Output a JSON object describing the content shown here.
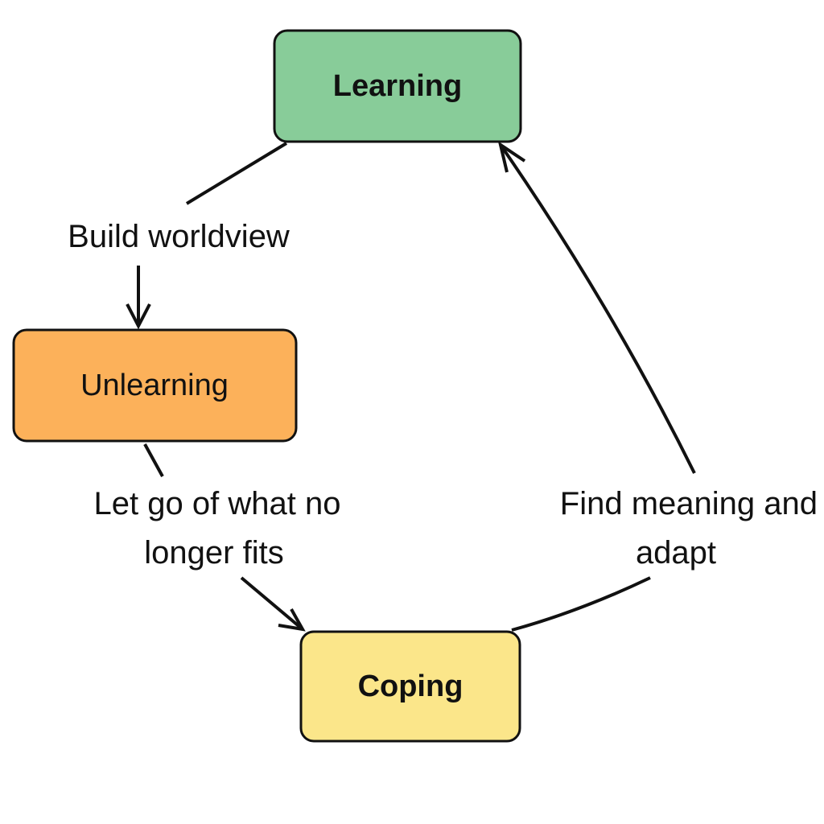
{
  "nodes": {
    "learning": {
      "label": "Learning",
      "fill": "#88cc99"
    },
    "unlearning": {
      "label": "Unlearning",
      "fill": "#fcb15a"
    },
    "coping": {
      "label": "Coping",
      "fill": "#fbe68a"
    }
  },
  "edges": {
    "learning_to_unlearning": {
      "label": "Build worldview"
    },
    "unlearning_to_coping": {
      "line1": "Let go of what no",
      "line2": "longer fits"
    },
    "coping_to_learning": {
      "line1": "Find meaning and",
      "line2": "adapt"
    }
  },
  "colors": {
    "stroke": "#111111",
    "text": "#111111",
    "background": "#ffffff"
  }
}
